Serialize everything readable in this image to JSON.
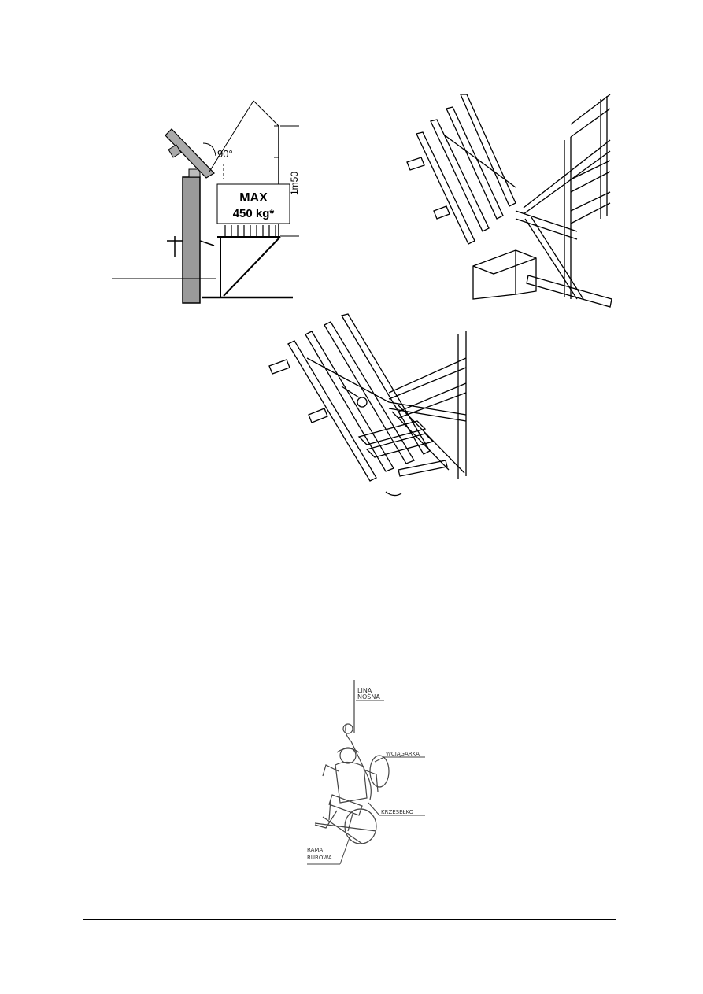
{
  "figures": {
    "bracket_side": {
      "max_label": "MAX",
      "load_label": "450 kg*",
      "angle_label": "90°",
      "height_label": "1m50"
    },
    "bosun_chair": {
      "rope_label_1": "LINA",
      "rope_label_2": "NOŚNA",
      "winch_label": "WCIĄGARKA",
      "chair_label": "KRZESEŁKO",
      "frame_label_1": "RAMA",
      "frame_label_2": "RUROWA"
    }
  }
}
